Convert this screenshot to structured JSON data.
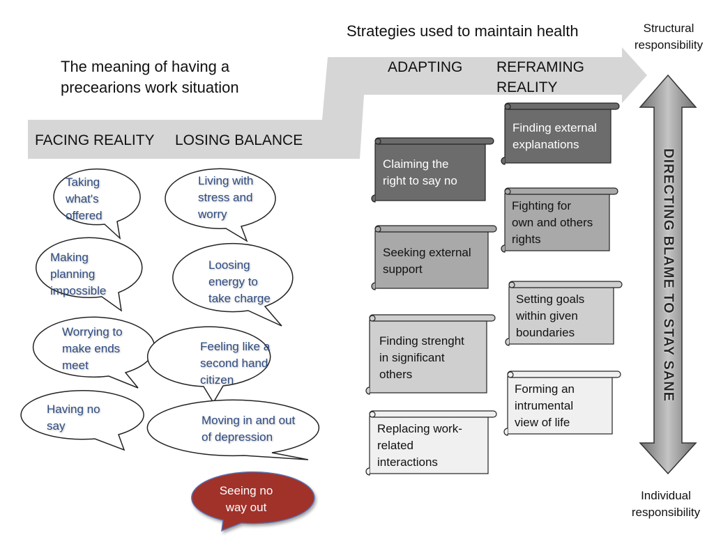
{
  "top_title": "Strategies used to maintain health",
  "meaning_title": "The meaning of having a\nprecearions work situation",
  "columns": {
    "facing": "FACING REALITY",
    "losing": "LOSING BALANCE",
    "adapting": "ADAPTING",
    "reframing": "REFRAMING\nREALITY"
  },
  "responsibility": {
    "top": "Structural\nresponsibility",
    "bottom": "Individual\nresponsibility"
  },
  "vertical_label": "DIRECTING BLAME TO STAY SANE",
  "facing_bubbles": [
    "Taking\nwhat's\noffered",
    "Making\nplanning\nimpossible",
    "Worrying to\nmake ends\nmeet",
    "Having no\nsay"
  ],
  "losing_bubbles": [
    "Living with\nstress and\nworry",
    "Loosing\nenergy to\ntake charge",
    "Feeling like a\nsecond hand\ncitizen",
    "Moving in and out\nof depression"
  ],
  "final_bubble": "Seeing no\nway out",
  "adapting_scrolls": [
    "Claiming the\nright to say no",
    "Seeking external\nsupport",
    "Finding strenght\nin significant\nothers",
    "Replacing work-\nrelated\ninteractions"
  ],
  "reframing_scrolls": [
    "Finding external\nexplanations",
    "Fighting for\nown and others\nrights",
    "Setting goals\nwithin given\nboundaries",
    "Forming an\nintrumental\nview of life"
  ],
  "colors": {
    "band": "#d6d6d6",
    "bubble_text": "#2f4c82",
    "final_bubble_fill": "#a0302c",
    "scroll_dark": "#6c6c6c",
    "scroll_mid": "#a9a9a9",
    "scroll_light": "#cfcfcf",
    "scroll_lightest": "#f0f0f0",
    "vertical_arrow": "#8d8d8d"
  }
}
